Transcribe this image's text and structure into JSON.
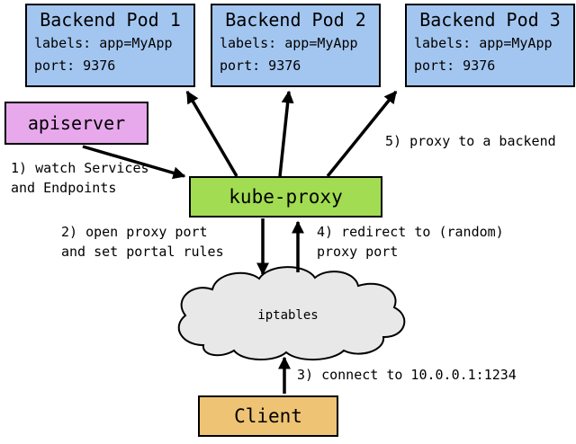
{
  "pods": [
    {
      "title": "Backend Pod 1",
      "labels": "labels: app=MyApp",
      "port": "port: 9376"
    },
    {
      "title": "Backend Pod 2",
      "labels": "labels: app=MyApp",
      "port": "port: 9376"
    },
    {
      "title": "Backend Pod 3",
      "labels": "labels: app=MyApp",
      "port": "port: 9376"
    }
  ],
  "apiserver": {
    "label": "apiserver"
  },
  "kube_proxy": {
    "label": "kube-proxy"
  },
  "iptables": {
    "label": "iptables"
  },
  "client": {
    "label": "Client"
  },
  "notes": {
    "step1": "1) watch Services\nand Endpoints",
    "step2": "2) open proxy port\nand set portal rules",
    "step3": "3) connect to 10.0.0.1:1234",
    "step4": "4) redirect to (random)\nproxy port",
    "step5": "5) proxy to a backend"
  },
  "colors": {
    "pod_fill": "#a3c6f0",
    "apiserver_fill": "#e8a8ec",
    "kubeproxy_fill": "#a2dc52",
    "client_fill": "#eec374",
    "cloud_fill": "#e8e8e8",
    "arrow_color": "#000000"
  }
}
